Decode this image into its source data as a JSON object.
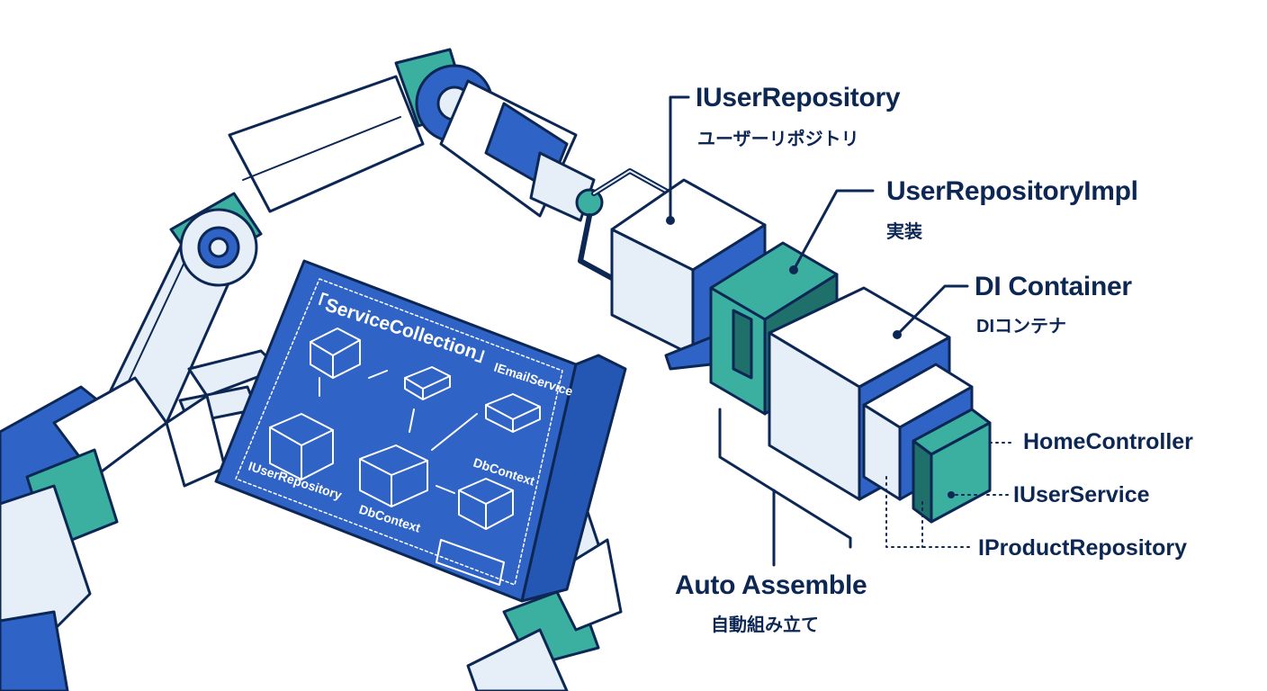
{
  "colors": {
    "navy": "#0d2754",
    "blue": "#2f63c6",
    "teal": "#3bb0a0",
    "light": "#e6eef8",
    "white": "#ffffff"
  },
  "labels": {
    "iuserrepository": {
      "title": "IUserRepository",
      "sub": "ユーザーリポジトリ"
    },
    "impl": {
      "title": "UserRepositoryImpl",
      "sub": "実装"
    },
    "di": {
      "title": "DI Container",
      "sub": "DIコンテナ"
    },
    "home": "HomeController",
    "iuserservice": "IUserService",
    "iproductrepository": "IProductRepository",
    "auto": {
      "title": "Auto Assemble",
      "sub": "自動組み立て"
    }
  },
  "blueprint": {
    "title": "「ServiceCollection」",
    "iemail": "IEmailService",
    "iuserrepo": "IUserRepository",
    "dbcontext_right": "DbContext",
    "dbcontext_bottom": "DbContext"
  }
}
